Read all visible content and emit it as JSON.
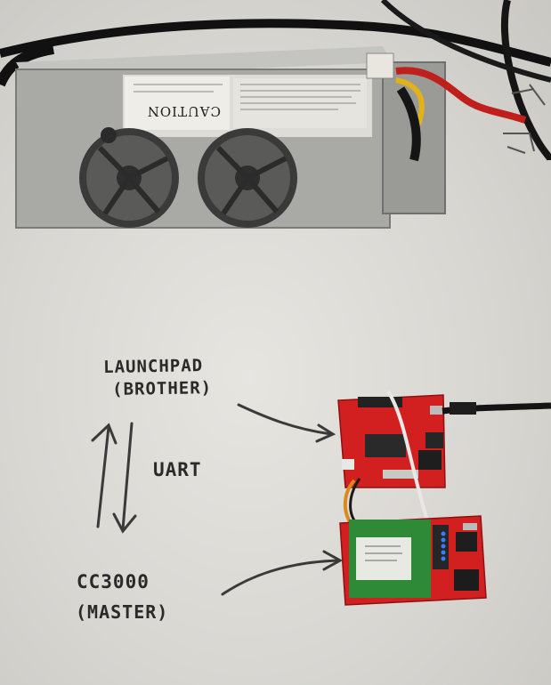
{
  "photo": {
    "psu_label": "CAUTION",
    "notes": {
      "launchpad_line1": "LAUNCHPAD",
      "launchpad_line2": "(BROTHER)",
      "link": "UART",
      "master_line1": "CC3000",
      "master_line2": "(MASTER)"
    }
  },
  "colors": {
    "background": "#dcdbd6",
    "board_red": "#d21f1f",
    "psu_metal": "#a9a9a6",
    "ink": "#2a2a2a",
    "cable": "#111111"
  }
}
